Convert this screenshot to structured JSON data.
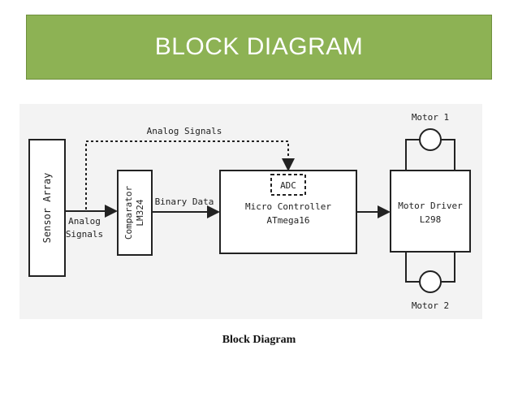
{
  "slide": {
    "title": "BLOCK DIAGRAM"
  },
  "diagram": {
    "blocks": {
      "sensor_array": "Sensor Array",
      "comparator": {
        "line1": "Comparator",
        "line2": "LM324"
      },
      "micro_controller": {
        "line1": "Micro Controller",
        "line2": "ATmega16",
        "adc": "ADC"
      },
      "motor_driver": {
        "line1": "Motor Driver",
        "line2": "L298"
      },
      "motor1": "Motor 1",
      "motor2": "Motor 2"
    },
    "labels": {
      "analog_top": "Analog Signals",
      "analog_line1": "Analog",
      "analog_line2": "Signals",
      "binary_data": "Binary Data"
    },
    "caption": "Block Diagram"
  }
}
